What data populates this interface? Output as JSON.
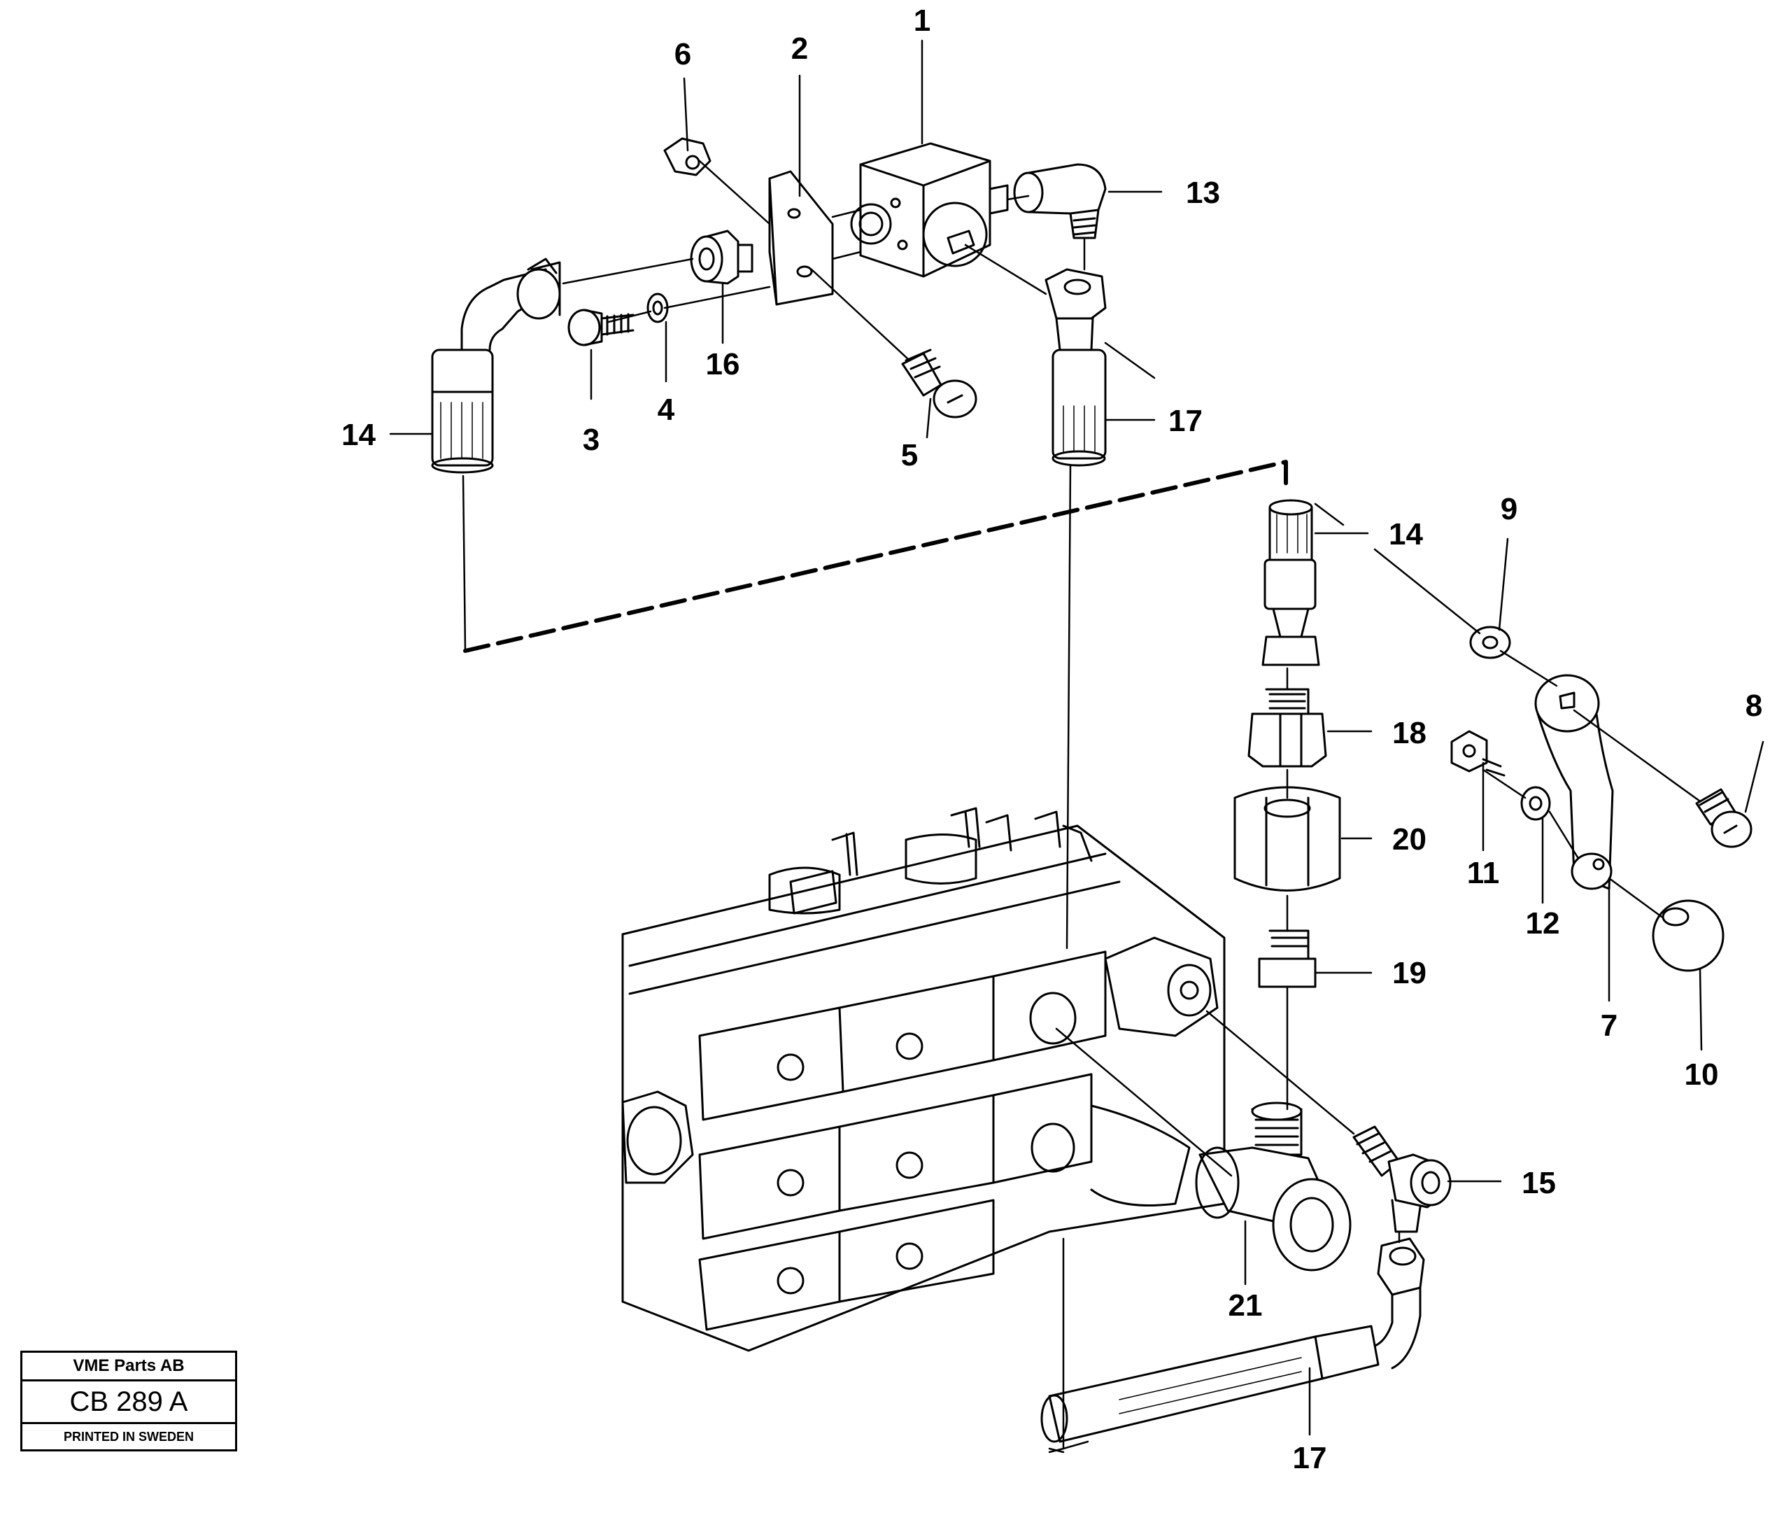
{
  "callouts": [
    {
      "id": "1",
      "text": "1"
    },
    {
      "id": "2",
      "text": "2"
    },
    {
      "id": "3",
      "text": "3"
    },
    {
      "id": "4",
      "text": "4"
    },
    {
      "id": "5",
      "text": "5"
    },
    {
      "id": "6",
      "text": "6"
    },
    {
      "id": "7",
      "text": "7"
    },
    {
      "id": "8",
      "text": "8"
    },
    {
      "id": "9",
      "text": "9"
    },
    {
      "id": "10",
      "text": "10"
    },
    {
      "id": "11",
      "text": "11"
    },
    {
      "id": "12",
      "text": "12"
    },
    {
      "id": "13",
      "text": "13"
    },
    {
      "id": "14a",
      "text": "14"
    },
    {
      "id": "14b",
      "text": "14"
    },
    {
      "id": "15",
      "text": "15"
    },
    {
      "id": "16",
      "text": "16"
    },
    {
      "id": "17a",
      "text": "17"
    },
    {
      "id": "17b",
      "text": "17"
    },
    {
      "id": "18",
      "text": "18"
    },
    {
      "id": "19",
      "text": "19"
    },
    {
      "id": "20",
      "text": "20"
    },
    {
      "id": "21",
      "text": "21"
    }
  ],
  "stamp": {
    "company": "VME Parts AB",
    "code": "CB 289 A",
    "printed": "PRINTED IN SWEDEN"
  }
}
